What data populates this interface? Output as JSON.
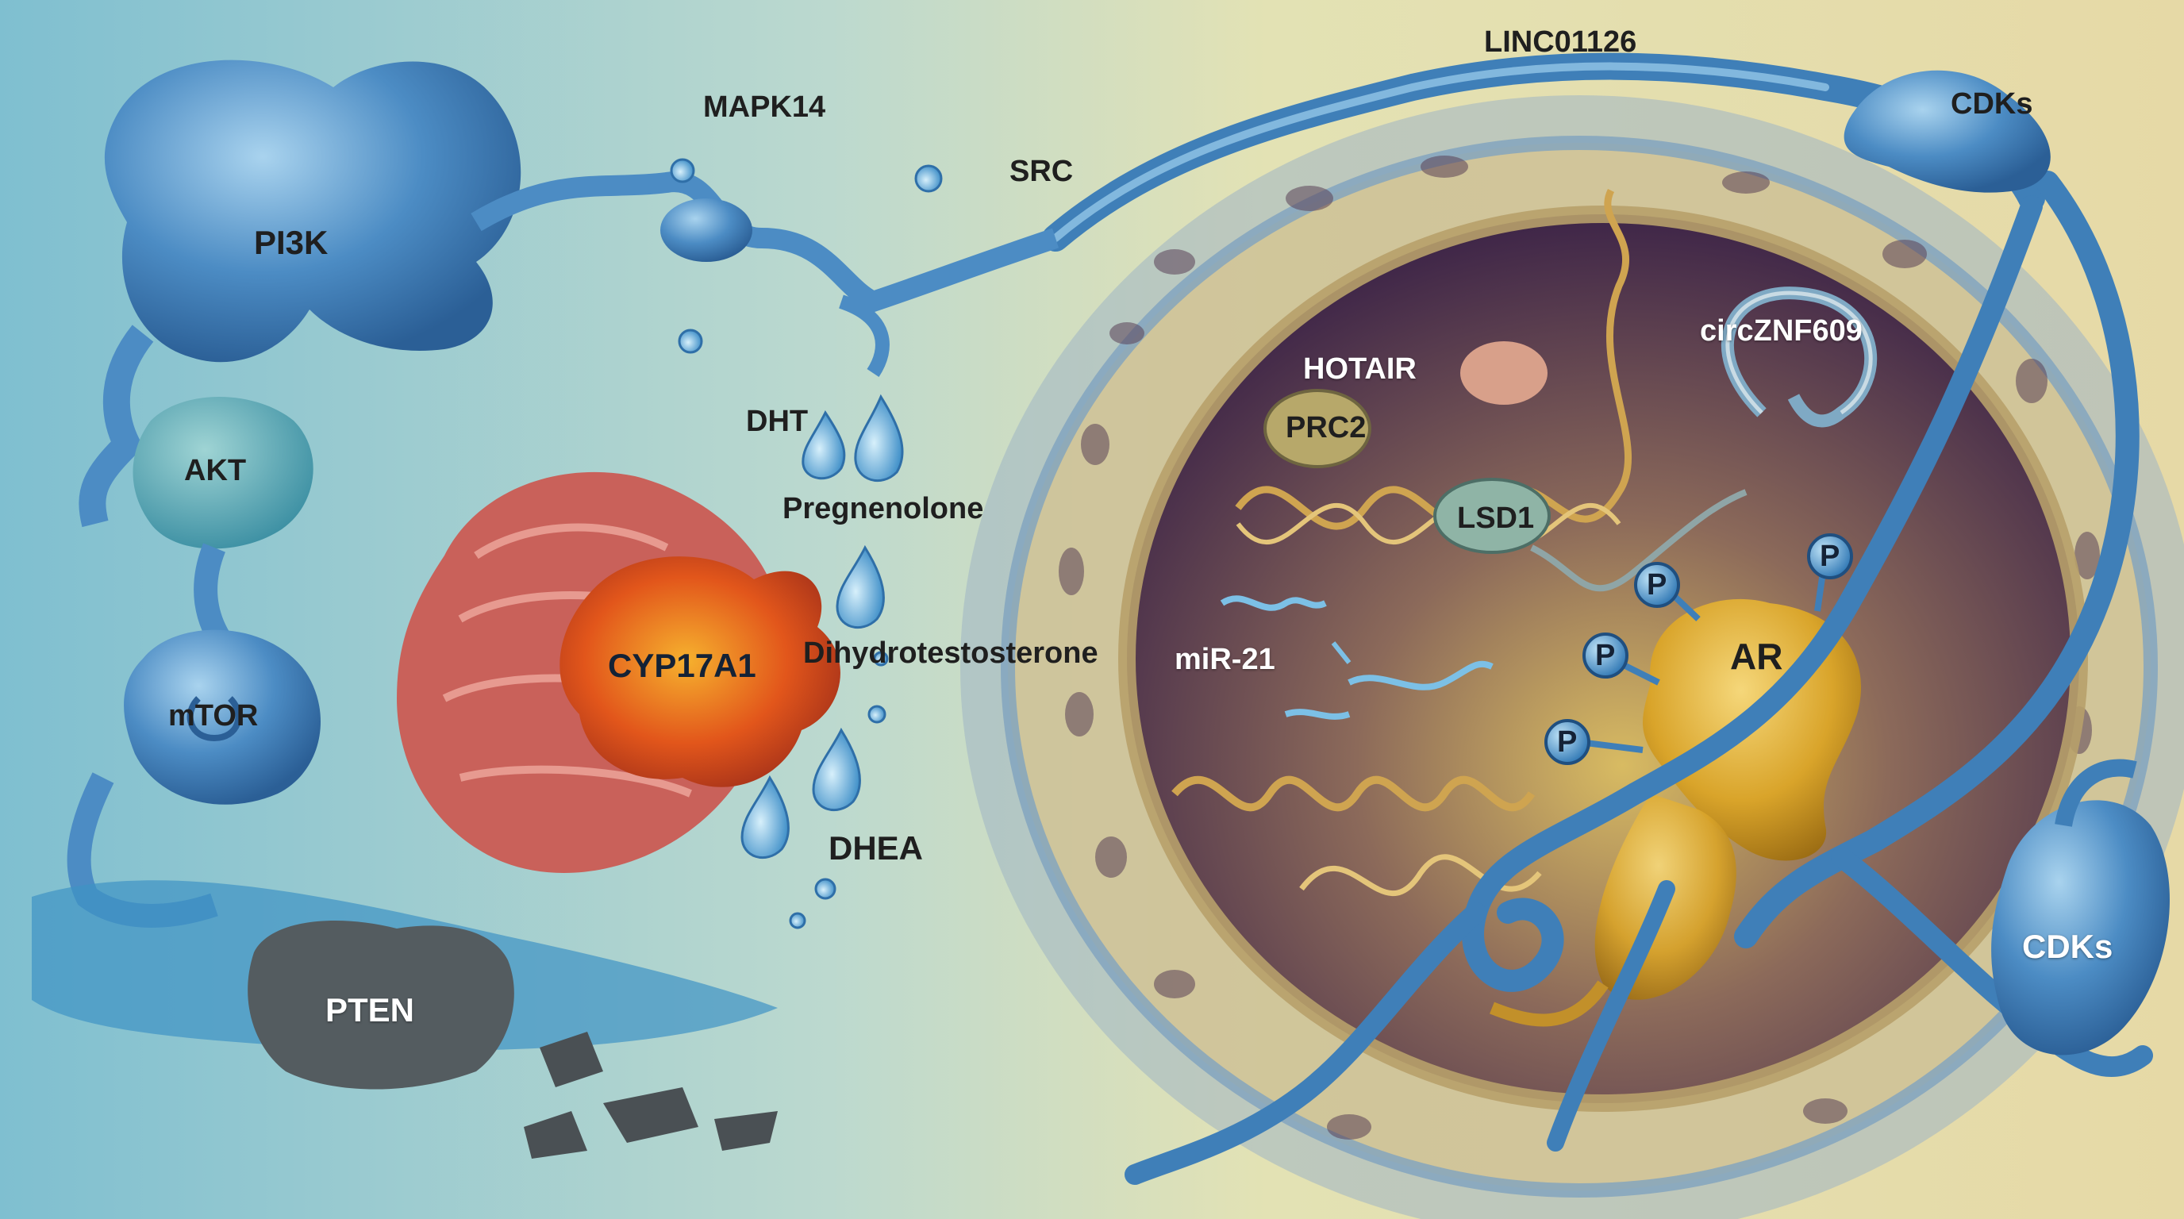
{
  "labels": {
    "pi3k": "PI3K",
    "akt": "AKT",
    "mtor": "mTOR",
    "pten": "PTEN",
    "mapk14": "MAPK14",
    "src": "SRC",
    "cyp17a1": "CYP17A1",
    "dht": "DHT",
    "pregnenolone": "Pregnenolone",
    "dihydrotestosterone": "Dihydrotestosterone",
    "dhea": "DHEA",
    "linc01126": "LINC01126",
    "cdks_top": "CDKs",
    "cdks_right": "CDKs",
    "hotair": "HOTAIR",
    "prc2": "PRC2",
    "lsd1": "LSD1",
    "circznf609": "circZNF609",
    "mir21": "miR-21",
    "ar": "AR",
    "phospho": [
      "P",
      "P",
      "P",
      "P"
    ]
  },
  "colors": {
    "signaling_blue": "#3f7fb8",
    "golgi_red": "#c9615a",
    "cyp17a1_orange": "#e2561b",
    "androgen_receptor_gold": "#d9a42a",
    "nucleus_purple": "#4a2f52",
    "membrane_tan": "#d7c48f",
    "pten_gray": "#545c60"
  }
}
